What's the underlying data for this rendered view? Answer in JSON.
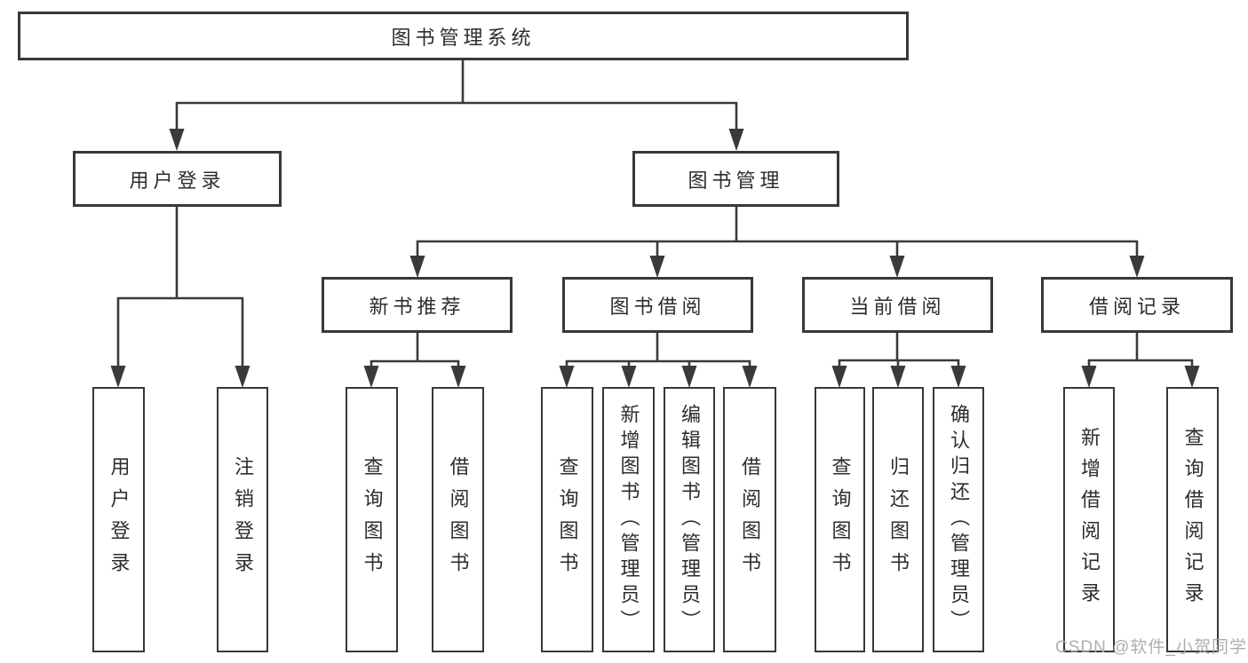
{
  "diagram": {
    "type": "tree",
    "root": "图书管理系统",
    "level2": [
      "用户登录",
      "图书管理"
    ],
    "level3": [
      "新书推荐",
      "图书借阅",
      "当前借阅",
      "借阅记录"
    ],
    "leaves": [
      "用户登录",
      "注销登录",
      "查询图书",
      "借阅图书",
      "查询图书",
      "新增图书（管理员）",
      "编辑图书（管理员）",
      "借阅图书",
      "查询图书",
      "归还图书",
      "确认归还（管理员）",
      "新增借阅记录",
      "查询借阅记录"
    ],
    "hierarchy": {
      "图书管理系统": [
        "用户登录",
        "图书管理"
      ],
      "用户登录": [
        "用户登录",
        "注销登录"
      ],
      "图书管理": [
        "新书推荐",
        "图书借阅",
        "当前借阅",
        "借阅记录"
      ],
      "新书推荐": [
        "查询图书",
        "借阅图书"
      ],
      "图书借阅": [
        "查询图书",
        "新增图书（管理员）",
        "编辑图书（管理员）",
        "借阅图书"
      ],
      "当前借阅": [
        "查询图书",
        "归还图书",
        "确认归还（管理员）"
      ],
      "借阅记录": [
        "新增借阅记录",
        "查询借阅记录"
      ]
    },
    "colors": {
      "line": "#3a3a3a",
      "border": "#383838",
      "text": "#2d2d2d",
      "background": "#ffffff",
      "watermark": "#a8a8ab"
    }
  },
  "watermark": "CSDN @软件_小贺同学"
}
